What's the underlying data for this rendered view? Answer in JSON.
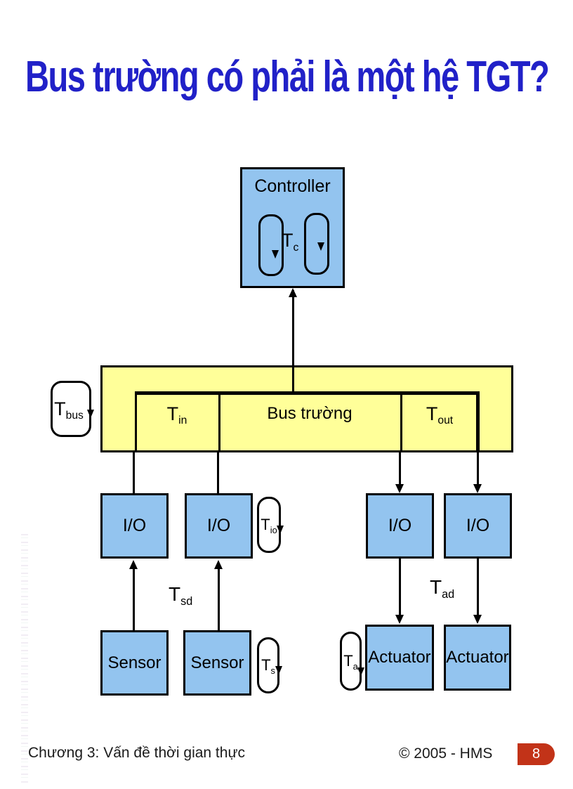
{
  "slide": {
    "title": "Bus trường có phải là một hệ TGT?"
  },
  "diagram": {
    "controller_label": "Controller",
    "bus_label": "Bus trường",
    "io_label": "I/O",
    "sensor_label": "Sensor",
    "actuator_label": "Actuator",
    "timings": {
      "t_c": {
        "base": "T",
        "sub": "c"
      },
      "t_bus": {
        "base": "T",
        "sub": "bus"
      },
      "t_in": {
        "base": "T",
        "sub": "in"
      },
      "t_out": {
        "base": "T",
        "sub": "out"
      },
      "t_io": {
        "base": "T",
        "sub": "io"
      },
      "t_sd": {
        "base": "T",
        "sub": "sd"
      },
      "t_s": {
        "base": "T",
        "sub": "s"
      },
      "t_ad": {
        "base": "T",
        "sub": "ad"
      },
      "t_a": {
        "base": "T",
        "sub": "a"
      }
    }
  },
  "footer": {
    "chapter": "Chương 3: Vấn đề thời gian thực",
    "copyright": "© 2005 - HMS",
    "page_number": "8"
  },
  "colors": {
    "title_blue": "#2121C8",
    "box_blue": "#93C4EF",
    "bus_yellow": "#FFFF99",
    "badge_red": "#C23318",
    "line_black": "#000000"
  }
}
